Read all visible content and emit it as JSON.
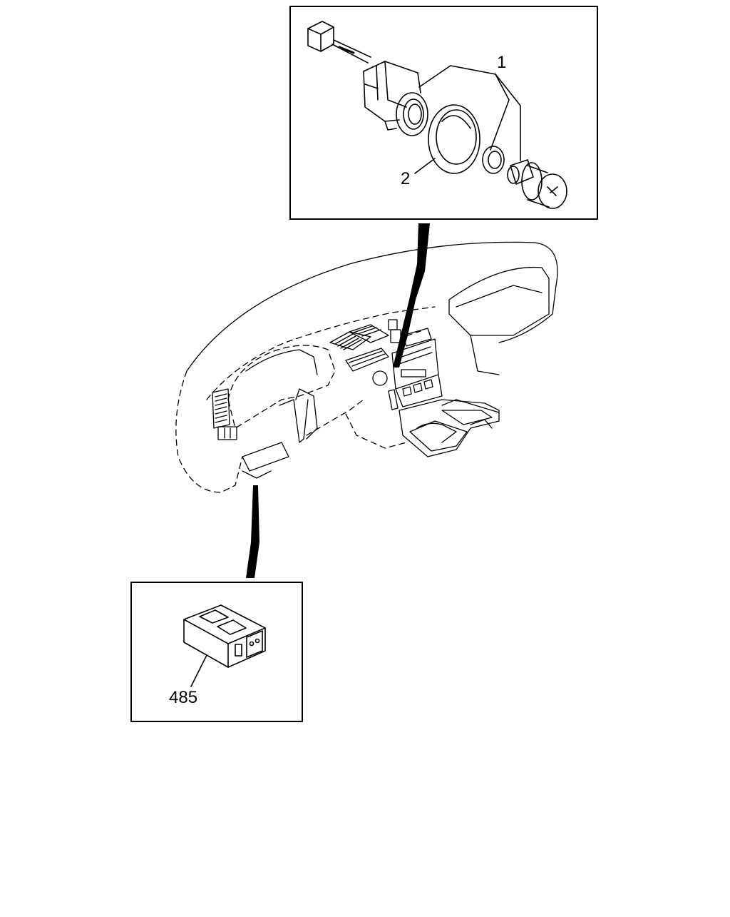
{
  "diagram": {
    "callouts": {
      "part_1": "1",
      "part_2": "2",
      "part_485": "485"
    }
  },
  "colors": {
    "line": "#000000",
    "background": "#ffffff"
  }
}
